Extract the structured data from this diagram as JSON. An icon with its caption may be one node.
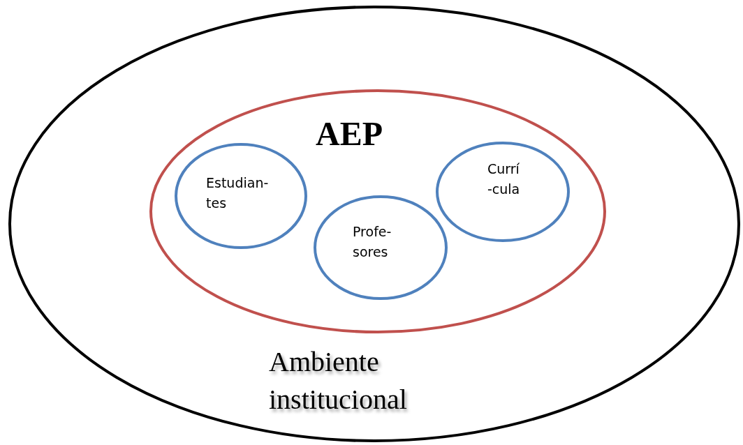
{
  "diagram": {
    "nodes": [
      {
        "text": [
          "Ambiente institucional"
        ]
      },
      {
        "text": [
          "AEP"
        ],
        "in": 0
      },
      {
        "text": [
          "Estudian- tes"
        ],
        "in": 1
      },
      {
        "text": [
          "Profe- sores"
        ],
        "in": 1
      },
      {
        "text": [
          "Currí -cula"
        ],
        "in": 1
      }
    ]
  }
}
